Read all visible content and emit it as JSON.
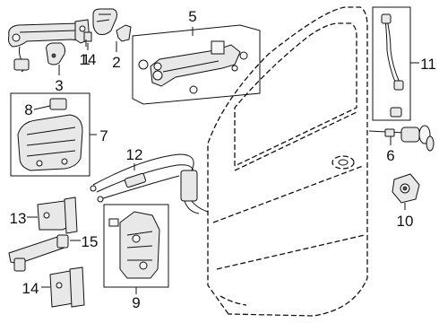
{
  "diagram": {
    "callouts": [
      {
        "id": "c1",
        "text": "1"
      },
      {
        "id": "c2",
        "text": "2"
      },
      {
        "id": "c3",
        "text": "3"
      },
      {
        "id": "c4",
        "text": "14"
      },
      {
        "id": "c5",
        "text": "5"
      },
      {
        "id": "c6",
        "text": "6"
      },
      {
        "id": "c7",
        "text": "7"
      },
      {
        "id": "c8",
        "text": "8"
      },
      {
        "id": "c9",
        "text": "9"
      },
      {
        "id": "c10",
        "text": "10"
      },
      {
        "id": "c11",
        "text": "11"
      },
      {
        "id": "c12",
        "text": "12"
      },
      {
        "id": "c13",
        "text": "13"
      },
      {
        "id": "c14b",
        "text": "14"
      },
      {
        "id": "c15",
        "text": "15"
      }
    ]
  }
}
